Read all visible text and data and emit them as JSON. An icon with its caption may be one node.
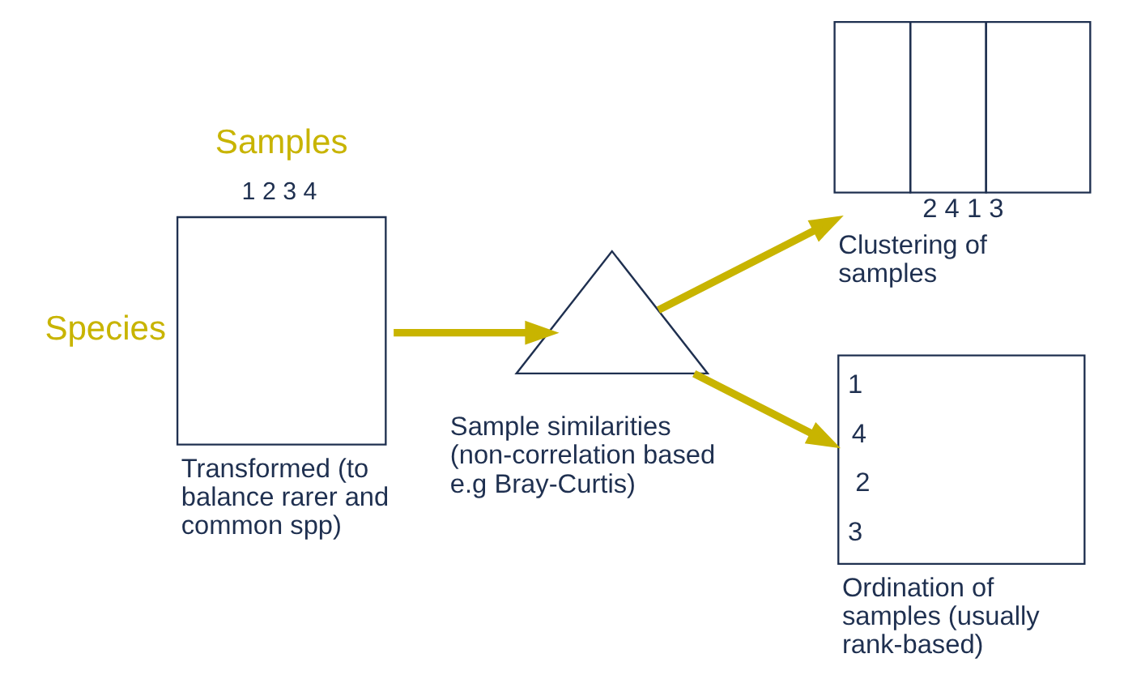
{
  "diagram": {
    "nodes": [
      {
        "text": [],
        "shape": "box",
        "beside": [
          "Samples",
          "1 2 3 4",
          "Species",
          "Transformed (to balance rarer and common spp)"
        ]
      },
      {
        "text": [],
        "shape": "triangle",
        "beside": [
          "Sample similarities (non-correlation based e.g Bray-Curtis)"
        ]
      },
      {
        "text": [],
        "shape": "picture",
        "beside": [
          "2 4 1 3",
          "Clustering of samples"
        ]
      },
      {
        "text": [
          "1",
          "4",
          "2",
          "3"
        ],
        "beside": [
          "Ordination of samples (usually rank-based)"
        ]
      }
    ],
    "edges": [
      {
        "from": 0,
        "to": 1,
        "arrow": "to"
      },
      {
        "from": 1,
        "to": 2,
        "arrow": "to"
      },
      {
        "from": 1,
        "to": 3,
        "arrow": "to"
      }
    ]
  }
}
